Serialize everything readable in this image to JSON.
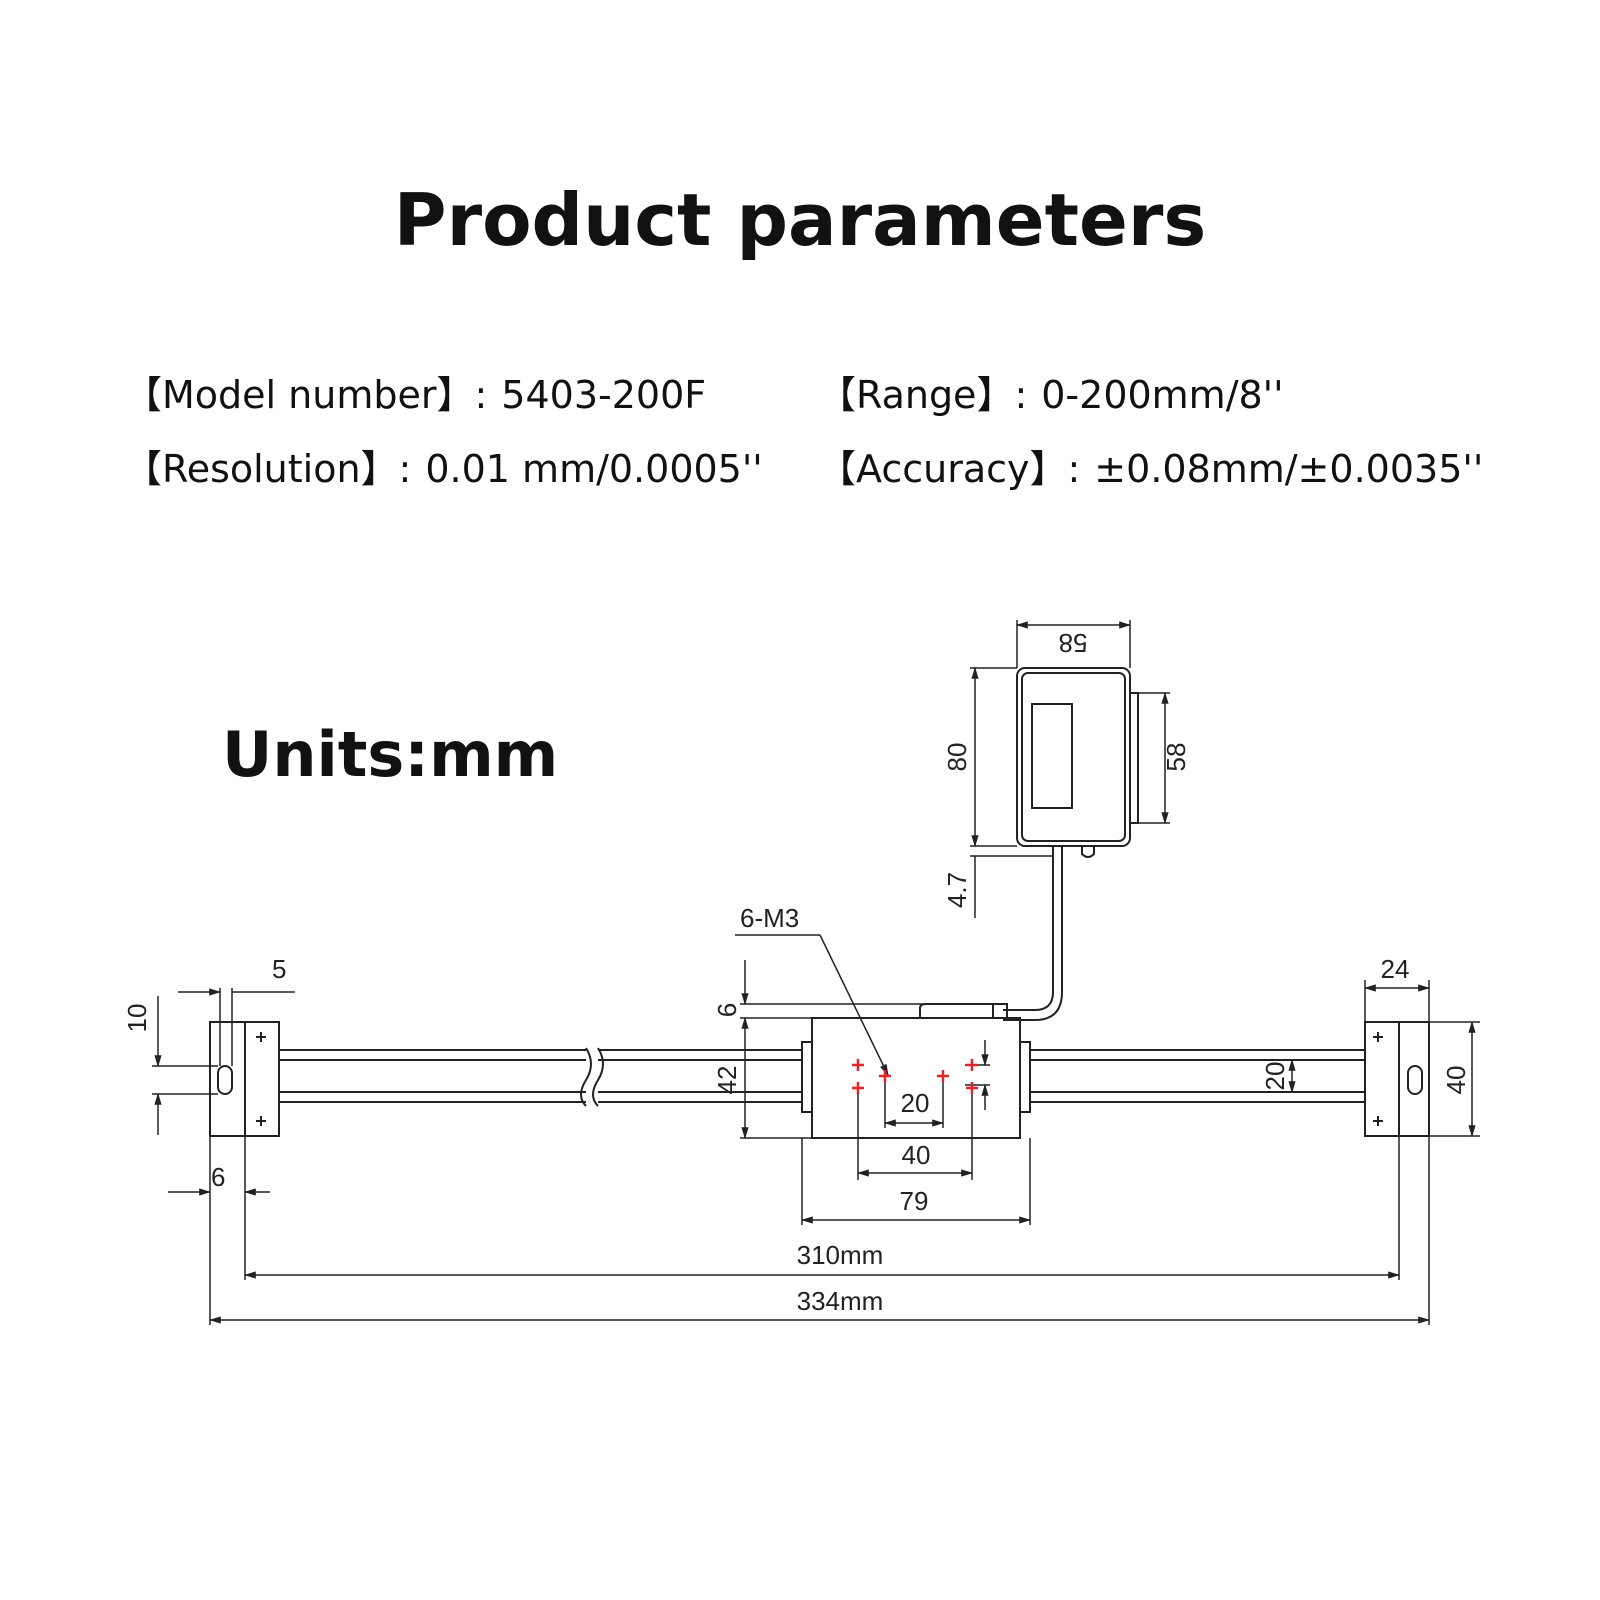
{
  "title": "Product parameters",
  "specs": {
    "model": {
      "label": "【Model number】:",
      "value": "5403-200F"
    },
    "range": {
      "label": "【Range】:",
      "value": "0-200mm/8''"
    },
    "resolution": {
      "label": "【Resolution】:",
      "value": "0.01 mm/0.0005''"
    },
    "accuracy": {
      "label": "【Accuracy】:",
      "value": "±0.08mm/±0.0035''"
    }
  },
  "units": "Units:mm",
  "dimensions": {
    "display_width_top": "58",
    "display_height": "80",
    "display_side": "58",
    "display_offset": "4.7",
    "mount_holes": "6-M3",
    "left_gap": "5",
    "left_slot": "10",
    "left_base": "6",
    "slider_top": "6",
    "slider_height": "42",
    "hole_pitch_small": "20",
    "hole_pitch_large": "40",
    "slider_width": "79",
    "rail_height": "20",
    "right_block_width": "24",
    "right_block_height": "40",
    "mount_distance": "310mm",
    "total_length": "334mm"
  },
  "colors": {
    "line": "#222222",
    "holes": "#e0262a"
  }
}
